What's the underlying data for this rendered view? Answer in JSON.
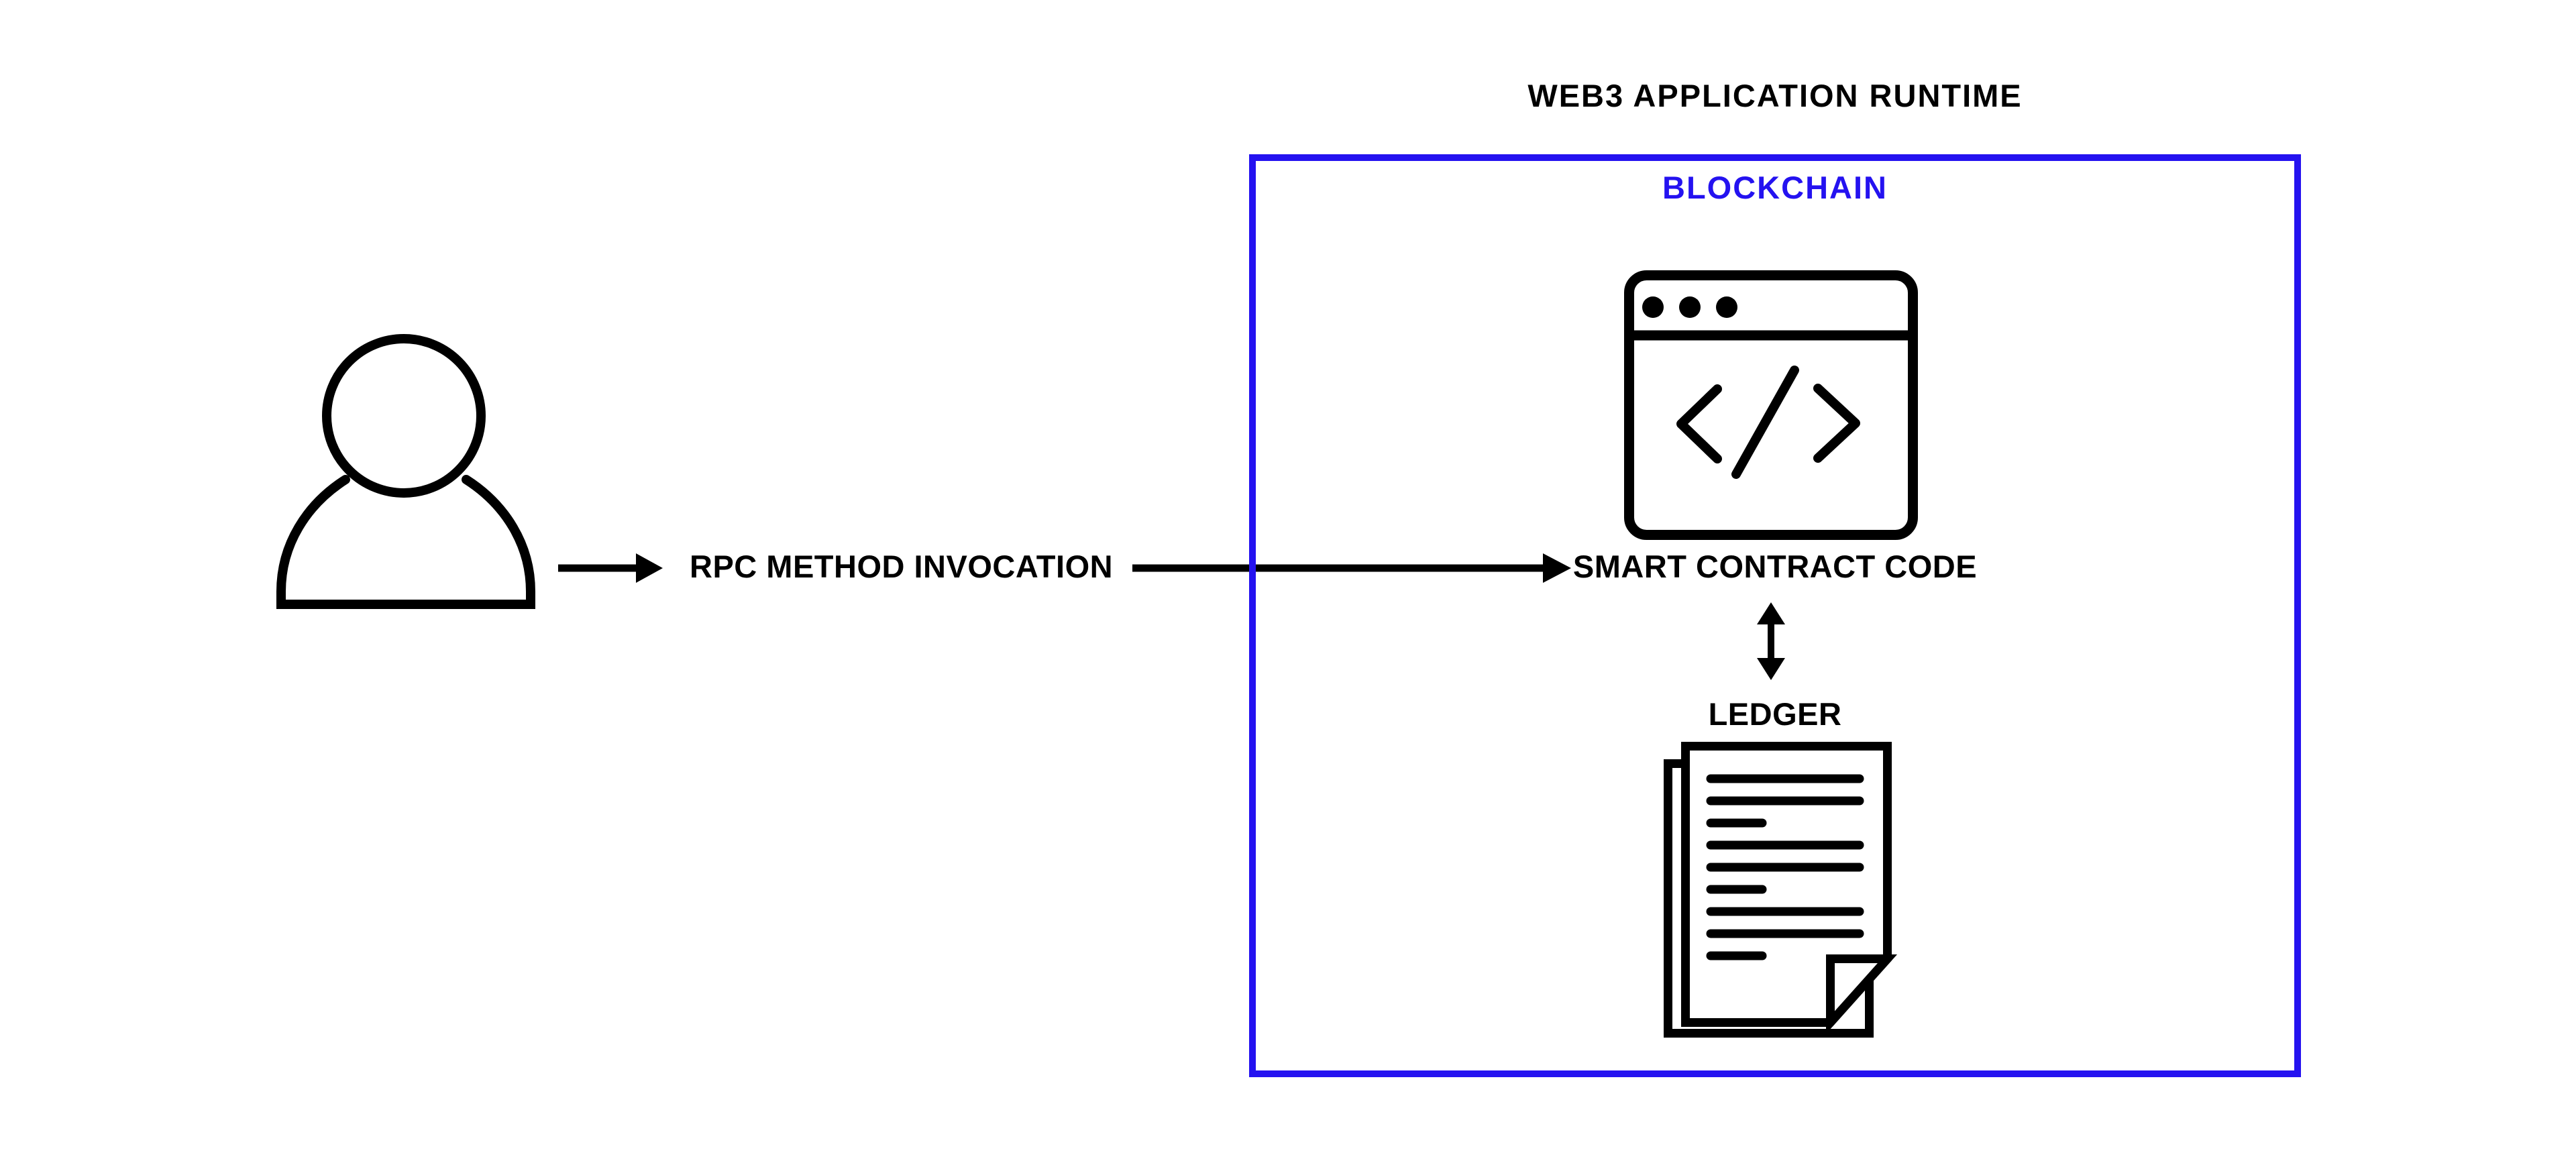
{
  "diagram": {
    "title": "WEB3 APPLICATION RUNTIME",
    "container": {
      "label": "BLOCKCHAIN"
    },
    "nodes": {
      "user": {
        "icon": "user-icon"
      },
      "smart_contract": {
        "label": "SMART CONTRACT CODE",
        "icon": "browser-code-window-icon"
      },
      "ledger": {
        "label": "LEDGER",
        "icon": "ledger-document-icon"
      }
    },
    "edges": {
      "rpc_invocation": {
        "label": "RPC METHOD INVOCATION",
        "from": "user",
        "to": "smart_contract",
        "direction": "right"
      },
      "contract_ledger": {
        "from": "smart_contract",
        "to": "ledger",
        "direction": "bidirectional"
      }
    },
    "colors": {
      "accent_blue": "#2412f0",
      "ink": "#000000",
      "background": "#ffffff"
    }
  }
}
